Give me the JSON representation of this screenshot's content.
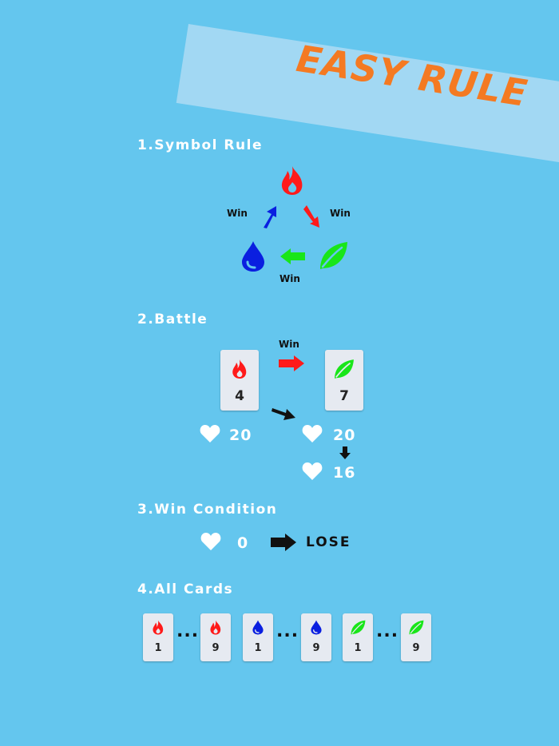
{
  "banner": {
    "title": "EASY RULE"
  },
  "sections": {
    "symbol_rule": "1.Symbol Rule",
    "battle": "2.Battle",
    "win_condition": "3.Win Condition",
    "all_cards": "4.All Cards"
  },
  "symbol_rule": {
    "win_left": "Win",
    "win_right": "Win",
    "win_bottom": "Win",
    "icons": [
      "fire-icon",
      "leaf-icon",
      "water-icon"
    ]
  },
  "battle": {
    "win_label": "Win",
    "card_left": {
      "symbol": "fire",
      "number": "4"
    },
    "card_right": {
      "symbol": "leaf",
      "number": "7"
    },
    "hp_left": "20",
    "hp_right_before": "20",
    "hp_right_after": "16"
  },
  "win_condition": {
    "hp": "0",
    "result": "LOSE"
  },
  "all_cards": {
    "cards": [
      {
        "symbol": "fire",
        "number": "1"
      },
      {
        "symbol": "fire",
        "number": "9"
      },
      {
        "symbol": "water",
        "number": "1"
      },
      {
        "symbol": "water",
        "number": "9"
      },
      {
        "symbol": "leaf",
        "number": "1"
      },
      {
        "symbol": "leaf",
        "number": "9"
      }
    ],
    "ellipsis": "..."
  },
  "colors": {
    "background": "#64c6ee",
    "fire": "#ff1a1a",
    "water": "#0a1fe0",
    "leaf": "#19e619",
    "title": "#f47a22"
  }
}
